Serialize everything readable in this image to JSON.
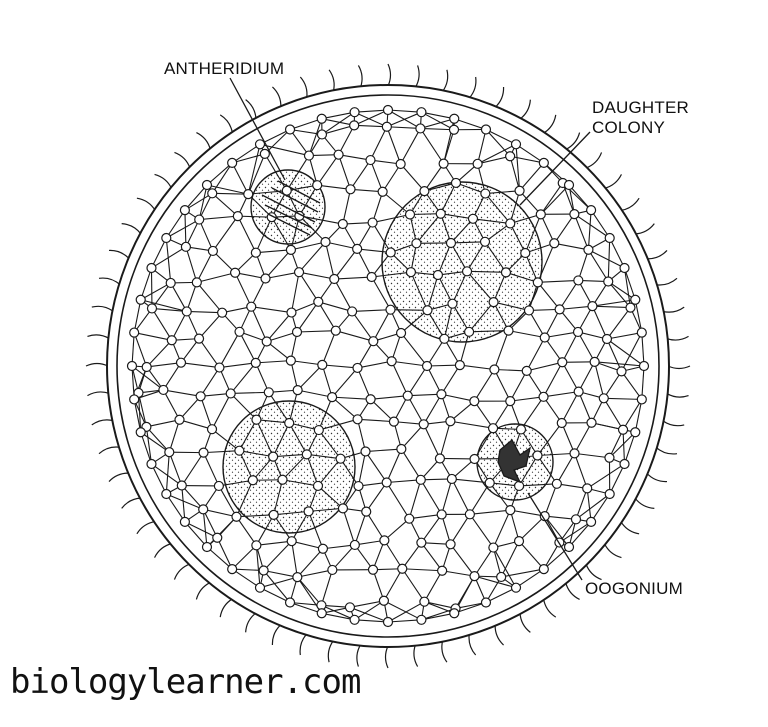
{
  "labels": {
    "antheridium": "ANTHERIDIUM",
    "daughter_line1": "DAUGHTER",
    "daughter_line2": "COLONY",
    "oogonium": "OOGONIUM"
  },
  "watermark": "biologylearner.com",
  "colors": {
    "ink": "#1a1a1a",
    "background": "#ffffff"
  }
}
